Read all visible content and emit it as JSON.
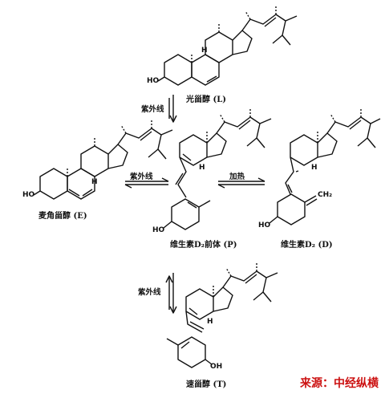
{
  "compounds": {
    "L": "光甾醇 (L)",
    "E": "麦角甾醇 (E)",
    "P": "维生素D₂前体 (P)",
    "D": "维生素D₂ (D)",
    "T": "速甾醇 (T)"
  },
  "arrows": {
    "uv_L_P": "紫外线",
    "uv_E_P": "紫外线",
    "heat_P_D": "加热",
    "uv_P_T": "紫外线"
  },
  "atoms": {
    "ho_L": "HO",
    "ho_E": "HO",
    "ho_P": "HO",
    "ho_D": "HO",
    "oh_T": "OH",
    "h": "H",
    "ch2": "CH₂"
  },
  "watermark": {
    "text": "来源：中经纵横",
    "color": "#cc1111"
  }
}
